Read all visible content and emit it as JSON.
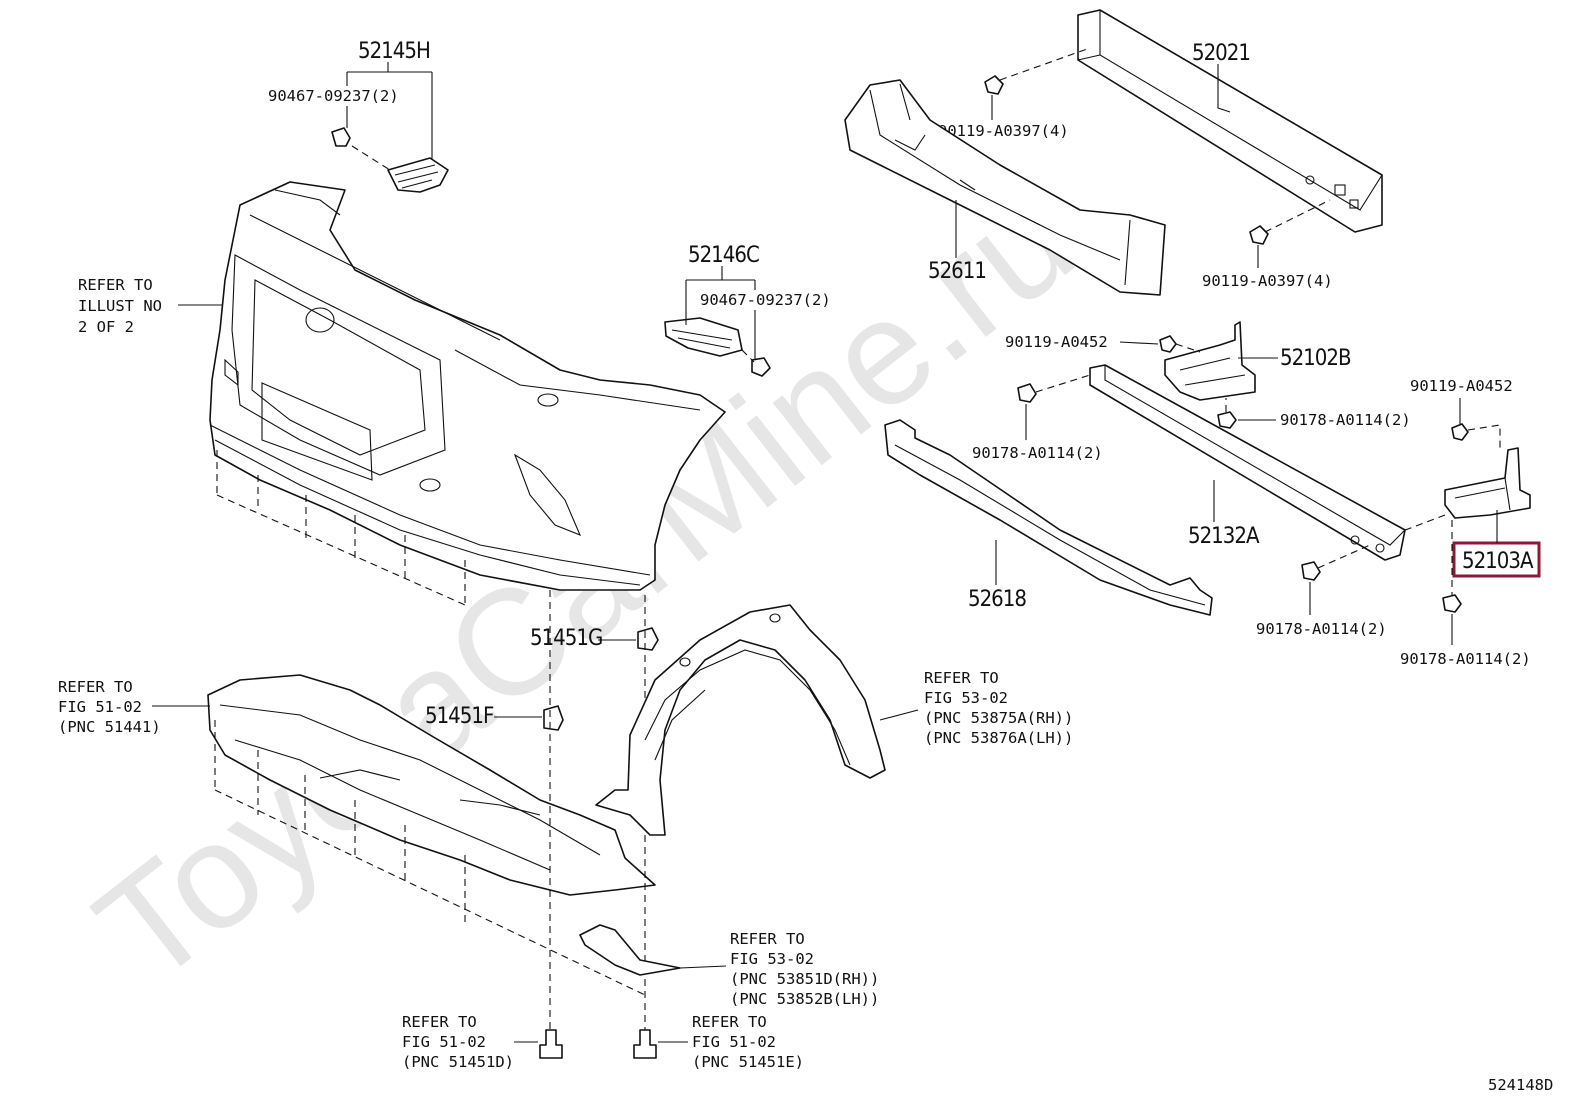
{
  "watermark": "ToyotaCarMine.ru",
  "diagram_id": "524148D",
  "highlight_color": "#8b1a3a",
  "labels": {
    "p52145H": "52145H",
    "bolt_52145H": "90467-09237(2)",
    "p52146C": "52146C",
    "bolt_52146C": "90467-09237(2)",
    "refer_illust_1": "REFER TO",
    "refer_illust_2": "ILLUST NO",
    "refer_illust_3": "2 OF 2",
    "p52021": "52021",
    "bolt_52021_a": "90119-A0397(4)",
    "bolt_52021_b": "90119-A0397(4)",
    "p52611": "52611",
    "bolt_a0452_a": "90119-A0452",
    "p52102B": "52102B",
    "nut_a0114_a": "90178-A0114(2)",
    "nut_a0114_b": "90178-A0114(2)",
    "bolt_a0452_b": "90119-A0452",
    "p52132A": "52132A",
    "p52103A": "52103A",
    "nut_a0114_c": "90178-A0114(2)",
    "nut_a0114_d": "90178-A0114(2)",
    "p52618": "52618",
    "p51451G": "51451G",
    "p51451F": "51451F",
    "ref_5441_1": "REFER TO",
    "ref_5441_2": "FIG 51-02",
    "ref_5441_3": "(PNC 51441)",
    "ref_liner_1": "REFER TO",
    "ref_liner_2": "FIG 53-02",
    "ref_liner_3": "(PNC 53875A(RH))",
    "ref_liner_4": "(PNC 53876A(LH))",
    "ref_seal_1": "REFER TO",
    "ref_seal_2": "FIG 53-02",
    "ref_seal_3": "(PNC 53851D(RH))",
    "ref_seal_4": "(PNC 53852B(LH))",
    "ref_d_1": "REFER TO",
    "ref_d_2": "FIG 51-02",
    "ref_d_3": "(PNC 51451D)",
    "ref_e_1": "REFER TO",
    "ref_e_2": "FIG 51-02",
    "ref_e_3": "(PNC 51451E)"
  }
}
